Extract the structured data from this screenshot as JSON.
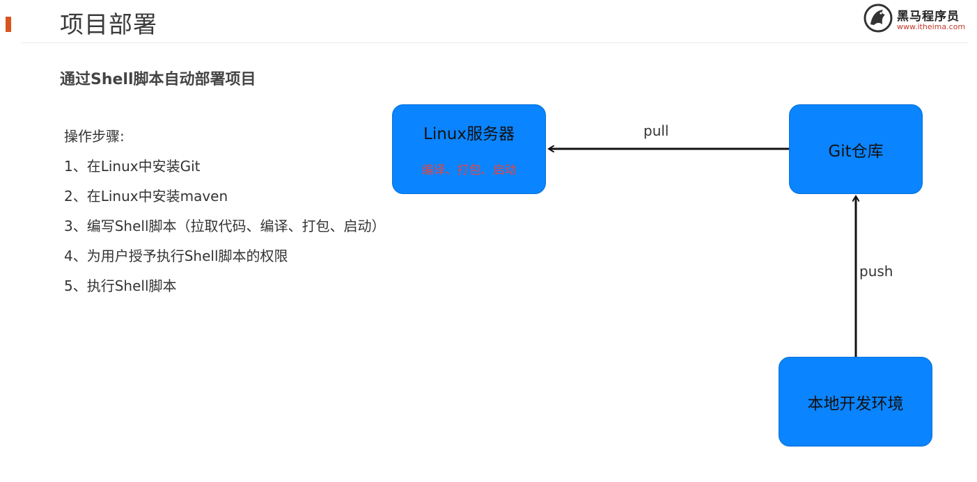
{
  "header": {
    "title": "项目部署",
    "accent_color": "#d9541e"
  },
  "logo": {
    "name": "黑马程序员",
    "url": "www.itheima.com"
  },
  "section": {
    "title": "通过Shell脚本自动部署项目"
  },
  "steps": {
    "heading": "操作步骤:",
    "items": [
      "1、在Linux中安装Git",
      "2、在Linux中安装maven",
      "3、编写Shell脚本（拉取代码、编译、打包、启动）",
      "4、为用户授予执行Shell脚本的权限",
      "5、执行Shell脚本"
    ]
  },
  "diagram": {
    "node_color": "#0a84ff",
    "nodes": {
      "linux": {
        "label": "Linux服务器",
        "sublabel": "编译、打包、启动"
      },
      "git": {
        "label": "Git仓库"
      },
      "local": {
        "label": "本地开发环境"
      }
    },
    "edges": {
      "pull": "pull",
      "push": "push"
    }
  }
}
